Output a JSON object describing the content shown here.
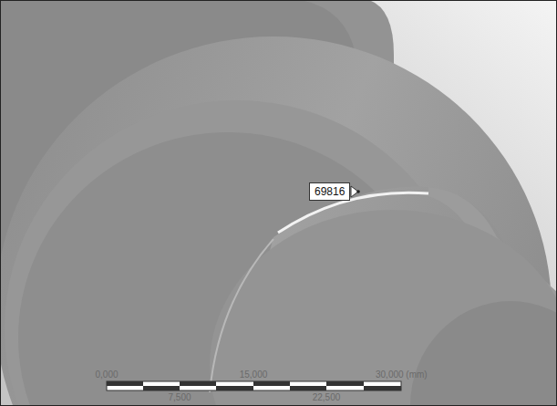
{
  "diagram": {
    "nodes": [
      {
        "text": [
          "69816"
        ]
      }
    ],
    "labels": [
      "0,000",
      "15,000",
      "30,000 (mm)",
      "7,500",
      "22,500"
    ]
  }
}
